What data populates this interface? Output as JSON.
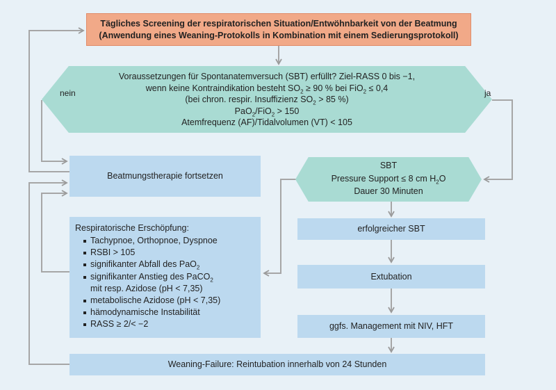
{
  "screening": {
    "line1": "Tägliches Screening der respiratorischen Situation/Entwöhnbarkeit von der Beatmung",
    "line2": "(Anwendung eines Weaning-Protokolls in Kombination mit einem Sedierungsprotokoll)"
  },
  "decision": {
    "line1": "Voraussetzungen für Spontanatemversuch (SBT) erfüllt? Ziel-RASS 0 bis −1,",
    "line2_a": "wenn keine Kontraindikation besteht SO",
    "line2_sub1": "2",
    "line2_b": " ≥ 90 % bei FiO",
    "line2_sub2": "2",
    "line2_c": " ≤ 0,4",
    "line3_a": "(bei chron. respir. Insuffizienz SO",
    "line3_sub": "2",
    "line3_b": " > 85 %)",
    "line4_a": "PaO",
    "line4_sub1": "2",
    "line4_b": "/FiO",
    "line4_sub2": "2",
    "line4_c": " > 150",
    "line5": "Atemfrequenz (AF)/Tidalvolumen (VT) < 105"
  },
  "labels": {
    "no": "nein",
    "yes": "ja"
  },
  "continue_box": "Beatmungstherapie fortsetzen",
  "sbt": {
    "line1": "SBT",
    "line2_a": "Pressure Support ≤ 8 cm H",
    "line2_sub": "2",
    "line2_b": "O",
    "line3": "Dauer 30 Minuten"
  },
  "exhaustion": {
    "title": "Respiratorische Erschöpfung:",
    "items": [
      {
        "t": "Tachypnoe, Orthopnoe, Dyspnoe"
      },
      {
        "t": "RSBI > 105"
      },
      {
        "t": "signifikanter Abfall des PaO",
        "sub": "2"
      },
      {
        "t": "signifikanter Anstieg des PaCO",
        "sub": "2",
        "t2": "mit resp. Azidose (pH < 7,35)"
      },
      {
        "t": "metabolische Azidose (pH < 7,35)"
      },
      {
        "t": "hämodynamische Instabilität"
      },
      {
        "t": "RASS ≥ 2/< −2"
      }
    ]
  },
  "success_box": "erfolgreicher SBT",
  "extubation_box": "Extubation",
  "niv_box": "ggfs. Management mit NIV, HFT",
  "failure_box": "Weaning-Failure: Reintubation innerhalb von 24 Stunden"
}
